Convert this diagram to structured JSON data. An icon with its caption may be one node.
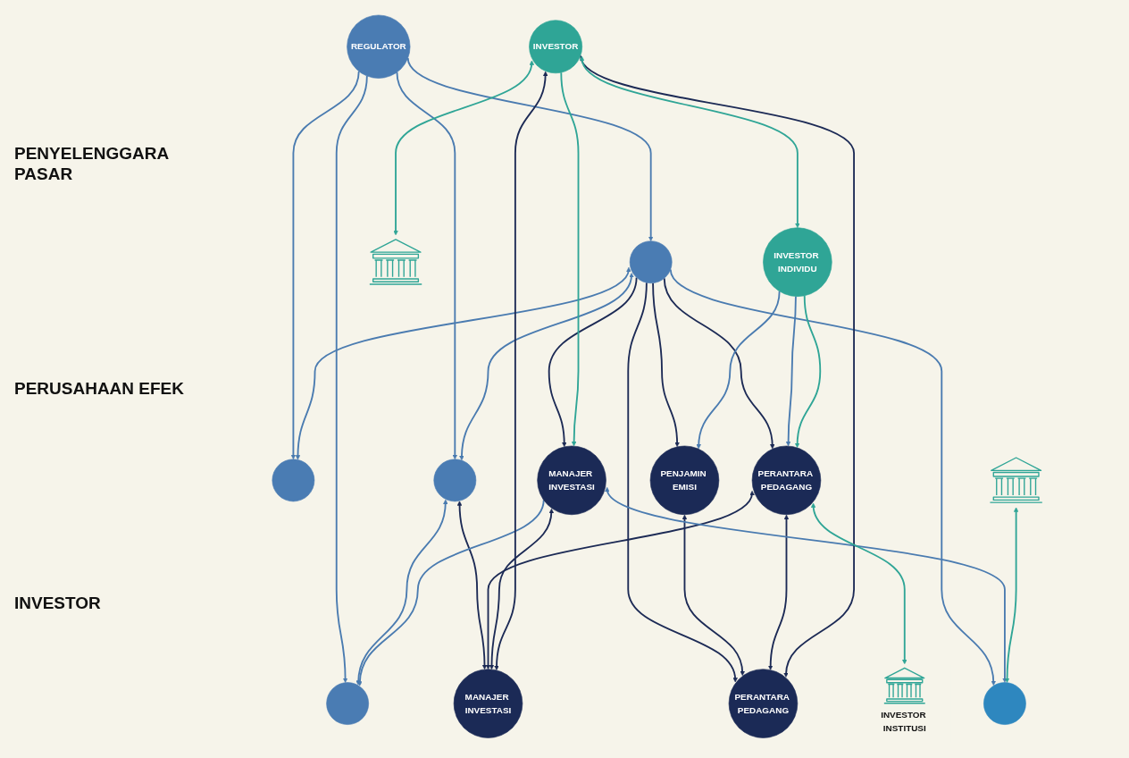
{
  "diagram": {
    "nodes": [
      {
        "text": [
          "REGULATOR"
        ]
      },
      {
        "text": [],
        "shape": "circle"
      },
      {
        "text": [],
        "shape": "circle"
      },
      {
        "text": [],
        "shape": "circle"
      },
      {
        "text": [],
        "shape": "circle"
      },
      {
        "text": [
          "PENJAMIN EMISI"
        ]
      },
      {
        "text": [
          "PERANTARA PEDAGANG"
        ]
      },
      {
        "text": [
          "PERANTARA PEDAGANG"
        ]
      },
      {
        "text": [
          "MANAJER INVESTASI"
        ]
      },
      {
        "text": [
          "MANAJER INVESTASI"
        ]
      },
      {
        "text": [],
        "shape": "circle"
      },
      {
        "text": [
          "INVESTOR INDIVIDU"
        ]
      },
      {
        "text": [
          "INVESTOR"
        ]
      },
      {
        "text": [],
        "shape": "picture"
      },
      {
        "text": [
          "INVESTOR INSTITUSI"
        ]
      },
      {
        "text": [],
        "shape": "picture"
      }
    ],
    "edges": [
      {
        "from": 0,
        "to": 1,
        "arrow": "to"
      },
      {
        "from": 0,
        "to": 2,
        "arrow": "to"
      },
      {
        "from": 0,
        "to": 3,
        "arrow": "to"
      },
      {
        "from": 0,
        "to": 4,
        "arrow": "to"
      },
      {
        "from": 2,
        "to": 1,
        "arrow": "both"
      },
      {
        "from": 2,
        "to": 3,
        "arrow": "both"
      },
      {
        "from": 3,
        "to": 4,
        "arrow": "both"
      },
      {
        "from": 2,
        "to": 5,
        "arrow": "to",
        "color": "#1c2a55"
      },
      {
        "from": 2,
        "to": 6,
        "arrow": "to",
        "color": "#1c2a55"
      },
      {
        "from": 2,
        "to": 7,
        "arrow": "to",
        "color": "#1c2a55"
      },
      {
        "from": 2,
        "to": 9,
        "arrow": "to",
        "color": "#1c2a55"
      },
      {
        "from": 2,
        "to": 10,
        "arrow": "to"
      },
      {
        "from": 3,
        "to": 8,
        "arrow": "both",
        "color": "#1c2a55"
      },
      {
        "from": 9,
        "to": 4,
        "arrow": "to"
      },
      {
        "from": 5,
        "to": 6,
        "arrow": "both",
        "color": "#1c2a55"
      },
      {
        "from": 7,
        "to": 6,
        "arrow": "both",
        "color": "#1c2a55"
      },
      {
        "from": 7,
        "to": 8,
        "arrow": "both",
        "color": "#1c2a55"
      },
      {
        "from": 9,
        "to": 8,
        "arrow": "both",
        "color": "#1c2a55"
      },
      {
        "from": 9,
        "to": 10,
        "arrow": "both"
      },
      {
        "from": 11,
        "to": 5,
        "arrow": "to"
      },
      {
        "from": 11,
        "to": 7,
        "arrow": "to"
      },
      {
        "from": 11,
        "to": 7,
        "arrow": "to",
        "color": "#2fa596"
      },
      {
        "from": 12,
        "to": 6,
        "arrow": "to",
        "color": "#1c2a55"
      },
      {
        "from": 12,
        "to": 8,
        "arrow": "both",
        "color": "#1c2a55"
      },
      {
        "from": 12,
        "to": 9,
        "arrow": "to",
        "color": "#2fa596"
      },
      {
        "from": 7,
        "to": 14,
        "arrow": "both",
        "color": "#2fa596"
      },
      {
        "from": 15,
        "to": 10,
        "arrow": "both",
        "color": "#2fa596"
      },
      {
        "from": 12,
        "to": 11,
        "arrow": "both",
        "color": "#2fa596"
      },
      {
        "from": 12,
        "to": 13,
        "arrow": "both",
        "color": "#2fa596"
      }
    ],
    "labels": [
      "PENYELENGGARA PASAR",
      "PERUSAHAAN EFEK",
      "INVESTOR"
    ]
  }
}
